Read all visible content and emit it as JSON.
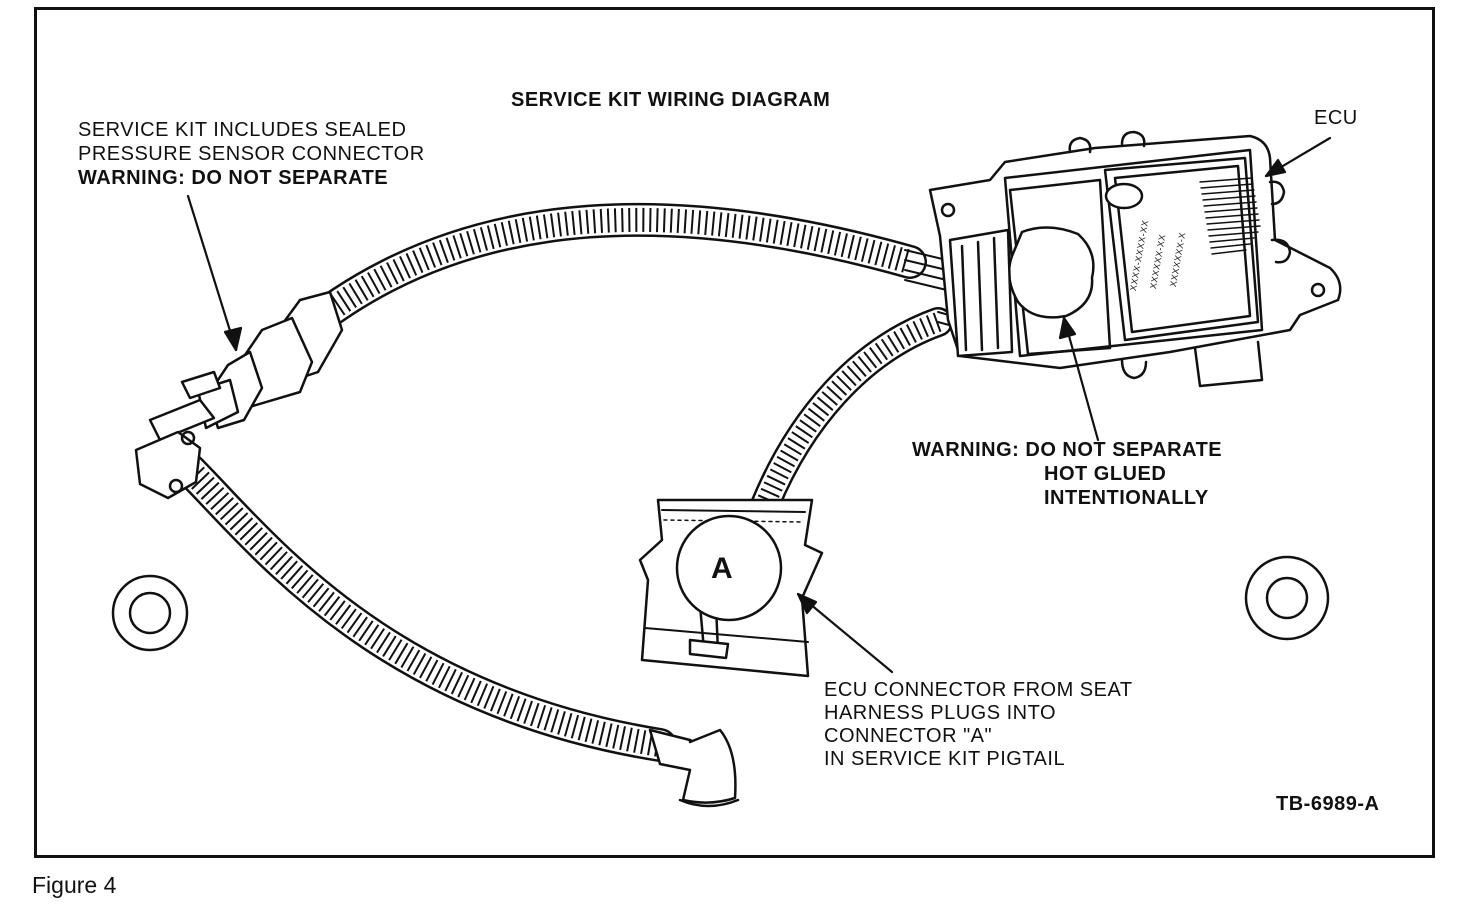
{
  "diagram": {
    "title": "SERVICE KIT WIRING DIAGRAM",
    "callouts": {
      "sensor": {
        "line1": "SERVICE KIT INCLUDES SEALED",
        "line2": "PRESSURE SENSOR CONNECTOR",
        "warning": "WARNING: DO NOT SEPARATE"
      },
      "ecu": "ECU",
      "glue": {
        "line1": "WARNING:  DO NOT SEPARATE",
        "line2": "HOT GLUED",
        "line3": "INTENTIONALLY"
      },
      "connector": {
        "line1": "ECU CONNECTOR FROM SEAT",
        "line2": "HARNESS PLUGS INTO",
        "line3": "CONNECTOR \"A\"",
        "line4": "IN SERVICE KIT PIGTAIL"
      }
    },
    "connector_letter": "A",
    "label_part_lines": [
      "XXXX-XXXX-XX",
      "XXXXXX-XX",
      "XXXXXXX-X"
    ],
    "drawing_number": "TB-6989-A"
  },
  "caption": "Figure 4"
}
